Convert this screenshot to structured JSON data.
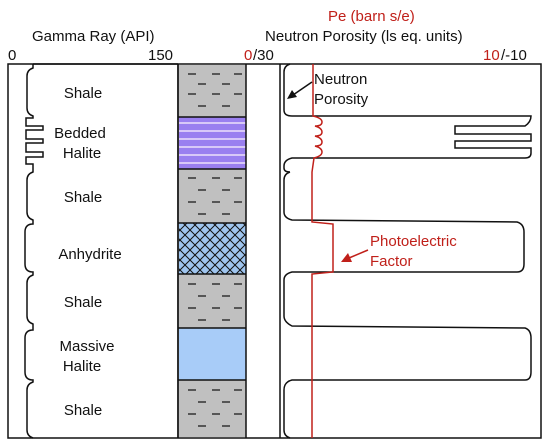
{
  "headers": {
    "gamma_ray": "Gamma Ray (API)",
    "pe": "Pe (barn s/e)",
    "neutron_porosity": "Neutron  Porosity (ls eq. units)"
  },
  "scales": {
    "gr_min": "0",
    "gr_max": "150",
    "pe_min": "0",
    "np_min": "/30",
    "pe_max": "10",
    "np_max": "/-10"
  },
  "lithologies": [
    {
      "lines": [
        "Shale"
      ]
    },
    {
      "lines": [
        "Bedded",
        "Halite"
      ]
    },
    {
      "lines": [
        "Shale"
      ]
    },
    {
      "lines": [
        "Anhydrite"
      ]
    },
    {
      "lines": [
        "Shale"
      ]
    },
    {
      "lines": [
        "Massive",
        "Halite"
      ]
    },
    {
      "lines": [
        "Shale"
      ]
    }
  ],
  "annotations": {
    "neutron_porosity": [
      "Neutron",
      "Porosity"
    ],
    "photoelectric_factor": [
      "Photoelectric",
      "Factor"
    ]
  },
  "colors": {
    "shale_fill": "#c0c0c0",
    "bedded_halite_fill": "#9a7ff0",
    "bedded_halite_stripes": "#d8c8f8",
    "anhydrite_fill": "#9fc5ef",
    "massive_halite_fill": "#a8ccf8",
    "pe_curve": "#c0201a",
    "pe_label": "#c0201a"
  }
}
